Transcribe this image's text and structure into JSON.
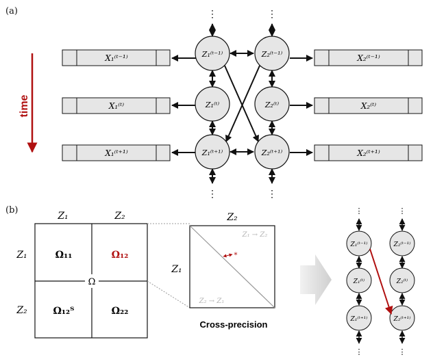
{
  "panel_a": {
    "label": "(a)",
    "time_label": "time",
    "dots": "⋮",
    "rows": [
      {
        "x1": "X₁⁽ᵗ⁻¹⁾",
        "z1": "Z₁⁽ᵗ⁻¹⁾",
        "z2": "Z₂⁽ᵗ⁻¹⁾",
        "x2": "X₂⁽ᵗ⁻¹⁾"
      },
      {
        "x1": "X₁⁽ᵗ⁾",
        "z1": "Z₁⁽ᵗ⁾",
        "z2": "Z₂⁽ᵗ⁾",
        "x2": "X₂⁽ᵗ⁾"
      },
      {
        "x1": "X₁⁽ᵗ⁺¹⁾",
        "z1": "Z₁⁽ᵗ⁺¹⁾",
        "z2": "Z₂⁽ᵗ⁺¹⁾",
        "x2": "X₂⁽ᵗ⁺¹⁾"
      }
    ]
  },
  "panel_b": {
    "label": "(b)",
    "matrix": {
      "col_labels": [
        "Z₁",
        "Z₂"
      ],
      "row_labels": [
        "Z₁",
        "Z₂"
      ],
      "cells": [
        "Ω₁₁",
        "Ω₁₂",
        "Ω₁₂ᵀ",
        "Ω₂₂"
      ],
      "center": "Ω"
    },
    "zoom": {
      "col_label": "Z₂",
      "row_label": "Z₁",
      "upper_note": "Z₁ → Z₂",
      "lower_note": "Z₂ → Z₁",
      "star": "*",
      "caption": "Cross-precision"
    },
    "graph": {
      "dots": "⋮",
      "nodes_left": [
        "Z₁⁽ᵗ⁻¹⁾",
        "Z₁⁽ᵗ⁾",
        "Z₁⁽ᵗ⁺¹⁾"
      ],
      "nodes_right": [
        "Z₂⁽ᵗ⁻¹⁾",
        "Z₂⁽ᵗ⁾",
        "Z₂⁽ᵗ⁺¹⁾"
      ]
    }
  },
  "colors": {
    "accent_red": "#b01010",
    "node_fill": "#e6e6e6",
    "box_fill": "#e6e6e6",
    "stroke": "#111111",
    "arrow_gray": "#d9d9d9"
  }
}
